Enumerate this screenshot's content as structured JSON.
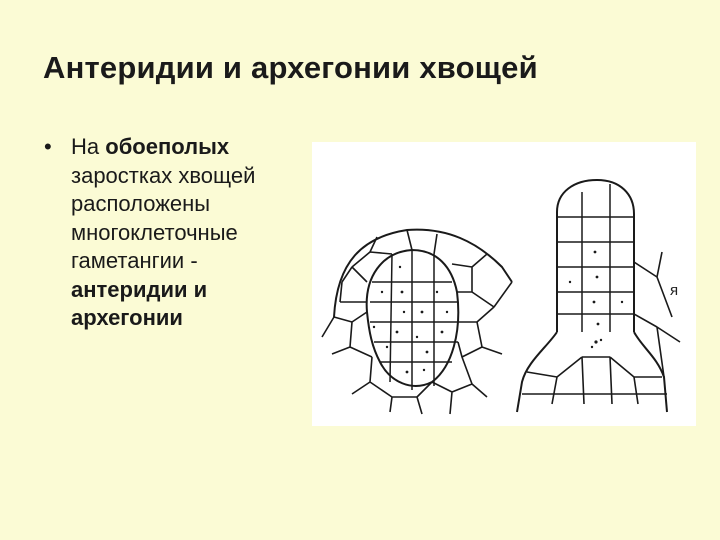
{
  "slide": {
    "title": "Антеридии и архегонии хвощей",
    "bullet": {
      "marker": "•",
      "text_part1": "На ",
      "text_bold1": "обоеполых",
      "text_part2": " заростках хвощей расположены многоклеточные гаметангии - ",
      "text_bold2": "антеридии и архегонии"
    },
    "figure": {
      "label": "я"
    }
  }
}
